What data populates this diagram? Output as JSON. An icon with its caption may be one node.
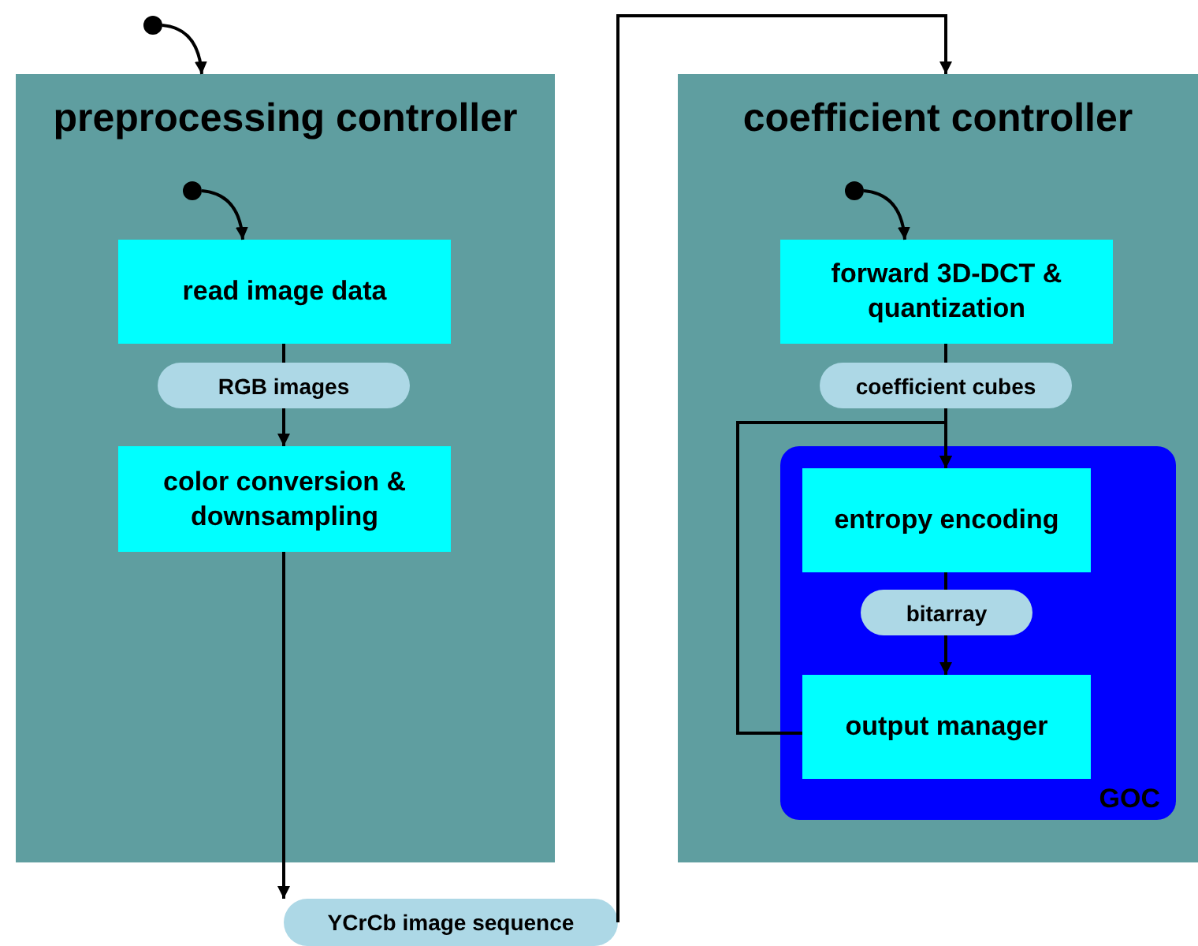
{
  "diagram": {
    "nodes": [
      {
        "text": [
          "preprocessing controller"
        ]
      },
      {
        "text": [
          "read image data"
        ],
        "in": 0
      },
      {
        "text": [
          "RGB images"
        ],
        "in": 0
      },
      {
        "text": [
          "color conversion & downsampling"
        ],
        "in": 0
      },
      {
        "text": [
          "coefficient controller"
        ]
      },
      {
        "text": [
          "forward 3D-DCT & quantization"
        ],
        "in": 4
      },
      {
        "text": [
          "coefficient cubes"
        ],
        "in": 4
      },
      {
        "text": [
          "GOC"
        ],
        "in": 4
      },
      {
        "text": [
          "entropy encoding"
        ],
        "in": 7
      },
      {
        "text": [
          "bitarray"
        ],
        "in": 7
      },
      {
        "text": [
          "output manager"
        ],
        "in": 7
      },
      {
        "text": [
          "YCrCb image sequence"
        ]
      },
      {
        "text": [],
        "shape": "circle"
      },
      {
        "text": [],
        "shape": "circle",
        "in": 0
      },
      {
        "text": [],
        "shape": "circle",
        "in": 4
      }
    ],
    "edges": [
      {
        "from": 12,
        "to": 0,
        "arrow": "to"
      },
      {
        "from": 13,
        "to": 1,
        "arrow": "to"
      },
      {
        "from": 1,
        "to": 2,
        "arrow": "none"
      },
      {
        "from": 2,
        "to": 3,
        "arrow": "to"
      },
      {
        "from": 3,
        "to": 11,
        "arrow": "to"
      },
      {
        "from": 11,
        "to": 4,
        "arrow": "to"
      },
      {
        "from": 14,
        "to": 5,
        "arrow": "to"
      },
      {
        "from": 5,
        "to": 6,
        "arrow": "none"
      },
      {
        "from": 6,
        "to": 8,
        "arrow": "to"
      },
      {
        "from": 10,
        "to": 8,
        "arrow": "to"
      },
      {
        "from": 8,
        "to": 9,
        "arrow": "none"
      },
      {
        "from": 9,
        "to": 10,
        "arrow": "to"
      }
    ]
  }
}
